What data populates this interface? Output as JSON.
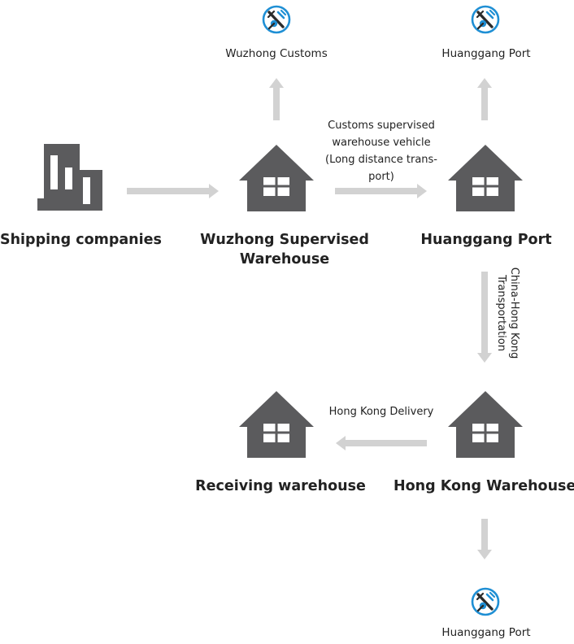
{
  "colors": {
    "house": "#5b5b5d",
    "arrow": "#d2d2d2",
    "icon_blue": "#1f8fd4",
    "icon_dark": "#2b2b2b",
    "text": "#222222"
  },
  "nodes": {
    "shipping": {
      "label": "Shipping companies",
      "icon": "factory-icon"
    },
    "wuzhong_wh": {
      "label_line1": "Wuzhong Supervised",
      "label_line2": "Warehouse",
      "icon": "warehouse-icon"
    },
    "huanggang": {
      "label": "Huanggang Port",
      "icon": "warehouse-icon"
    },
    "hk_wh": {
      "label": "Hong Kong Warehouse",
      "icon": "warehouse-icon"
    },
    "receiving": {
      "label": "Receiving warehouse",
      "icon": "warehouse-icon"
    }
  },
  "checkpoints": {
    "wuzhong_customs": {
      "label": "Wuzhong Customs",
      "icon": "customs-inspection-icon"
    },
    "huanggang_port_top": {
      "label": "Huanggang Port",
      "icon": "customs-inspection-icon"
    },
    "huanggang_port_bottom": {
      "label": "Huanggang Port",
      "icon": "customs-inspection-icon"
    }
  },
  "edges": {
    "wuzhong_to_huanggang": {
      "line1": "Customs supervised",
      "line2": "warehouse vehicle",
      "line3": "(Long distance trans-",
      "line4": "port)"
    },
    "huanggang_to_hk": {
      "line1": "China-Hong Kong",
      "line2": "Transportation"
    },
    "hk_to_receiving": {
      "label": "Hong Kong Delivery"
    }
  }
}
